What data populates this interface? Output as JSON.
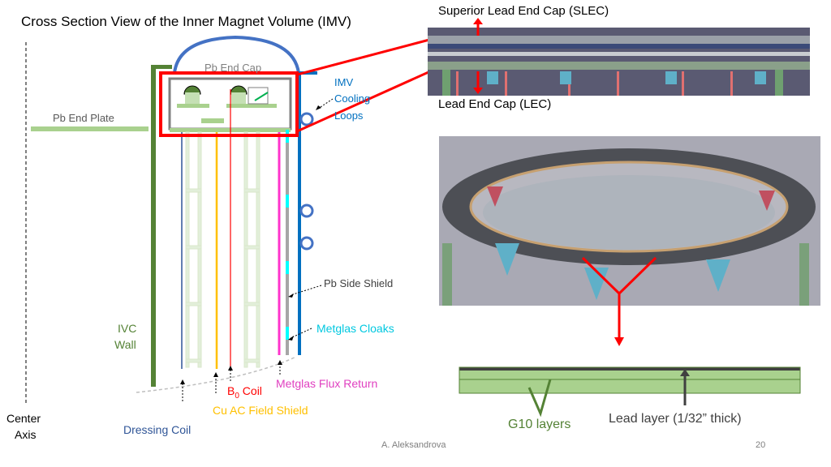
{
  "slide": {
    "title": "Cross Section View of the Inner Magnet Volume (IMV)",
    "author": "A. Aleksandrova",
    "page_number": "20"
  },
  "labels": {
    "slec": "Superior Lead End Cap (SLEC)",
    "lec": "Lead End Cap (LEC)",
    "pb_end_cap": "Pb End Cap",
    "imv_cooling_1": "IMV",
    "imv_cooling_2": "Cooling",
    "imv_cooling_3": "Loops",
    "pb_end_plate": "Pb End Plate",
    "pb_side_shield": "Pb Side Shield",
    "ivc_wall_1": "IVC",
    "ivc_wall_2": "Wall",
    "metglas_cloaks": "Metglas Cloaks",
    "metglas_flux_return": "Metglas Flux Return",
    "b0_coil_b": "B",
    "b0_coil_sub": "0",
    "b0_coil_rest": " Coil",
    "cu_ac_field_shield": "Cu AC Field Shield",
    "dressing_coil": "Dressing Coil",
    "center_axis_1": "Center",
    "center_axis_2": "Axis",
    "g10_layers": "G10 layers",
    "lead_layer": "Lead layer (1/32” thick)"
  },
  "colors": {
    "pb_gray": "#7f7f7f",
    "g10_green": "#a9d18e",
    "ivc_green": "#548235",
    "cooling_blue": "#0070c0",
    "dome_blue": "#4472c4",
    "highlight_red": "#ff0000",
    "b0_red": "#ff0000",
    "cu_orange": "#ffc000",
    "metglas_cyan": "#00ffff",
    "flux_magenta": "#ff33cc",
    "dressing_blue": "#2f5597"
  }
}
